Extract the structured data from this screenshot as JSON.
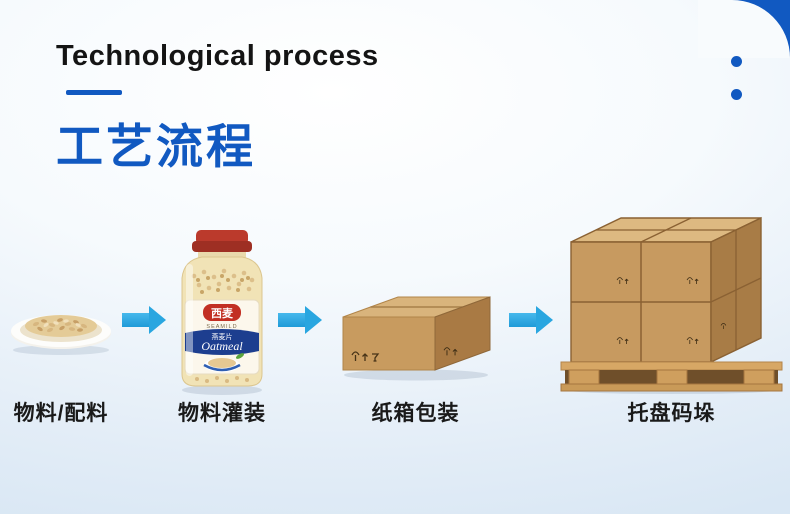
{
  "header": {
    "title_en": "Technological process",
    "title_zh": "工艺流程"
  },
  "flow": {
    "steps": [
      {
        "label": "物料/配料",
        "illustration": "oats-bowl"
      },
      {
        "label": "物料灌装",
        "illustration": "oatmeal-jar"
      },
      {
        "label": "纸箱包装",
        "illustration": "carton-box"
      },
      {
        "label": "托盘码垛",
        "illustration": "pallet-stack"
      }
    ]
  },
  "jar_label": {
    "brand_zh": "西麦",
    "brand_en": "SEAMILD",
    "product_zh": "燕麦片",
    "product_en": "Oatmeal"
  },
  "icons": {
    "arrow": "right-arrow-icon",
    "dots": "vertical-dots-decor",
    "corner": "blue-corner-arc"
  },
  "colors": {
    "accent_blue": "#1159c1",
    "arrow_blue": "#29a6e0",
    "carton_front": "#c89b60",
    "carton_top": "#dcb781",
    "carton_side": "#a87c46",
    "background_edge": "#d9e7f4"
  }
}
